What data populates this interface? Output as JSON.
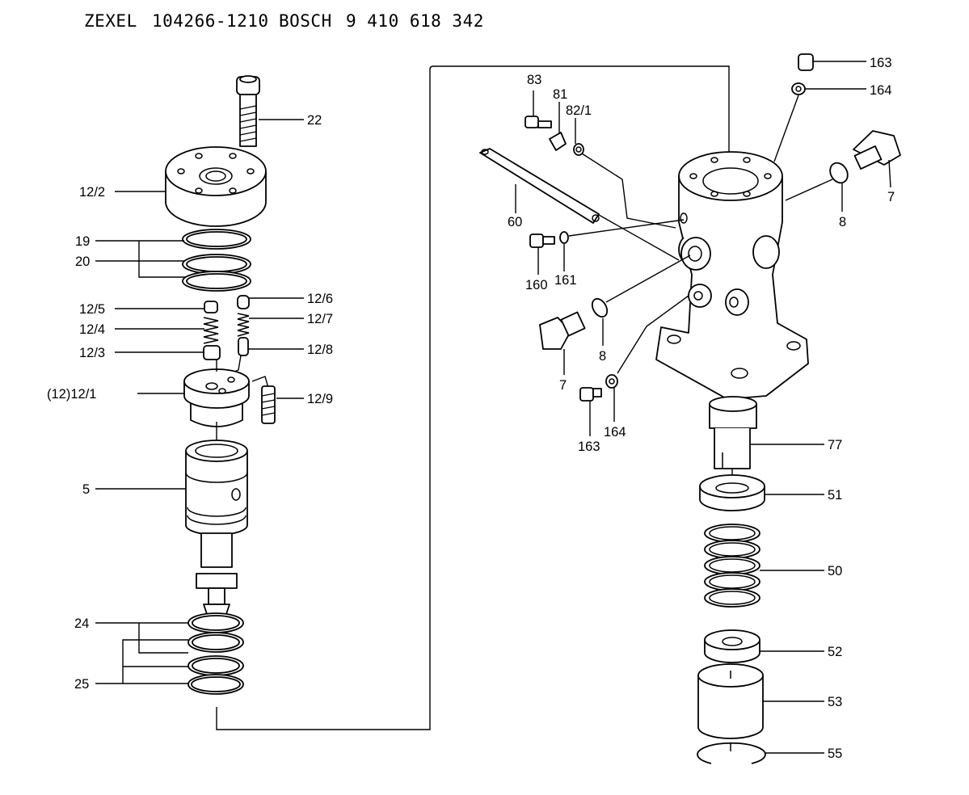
{
  "header": {
    "t1": "ZEXEL",
    "t2": "104266-1210",
    "t3": "BOSCH",
    "t4": "9 410 618 342"
  },
  "labels": {
    "p22": "22",
    "p12_2": "12/2",
    "p19": "19",
    "p20": "20",
    "p12_5": "12/5",
    "p12_4": "12/4",
    "p12_3": "12/3",
    "p12_1": "(12)12/1",
    "p12_6": "12/6",
    "p12_7": "12/7",
    "p12_8": "12/8",
    "p12_9": "12/9",
    "p5": "5",
    "p24": "24",
    "p25": "25",
    "p83": "83",
    "p81": "81",
    "p82_1": "82/1",
    "p60": "60",
    "p160": "160",
    "p161": "161",
    "p7a": "7",
    "p8a": "8",
    "p163a": "163",
    "p164a": "164",
    "p163b": "163",
    "p164b": "164",
    "p8b": "8",
    "p7b": "7",
    "p77": "77",
    "p51": "51",
    "p50": "50",
    "p52": "52",
    "p53": "53",
    "p55": "55"
  }
}
